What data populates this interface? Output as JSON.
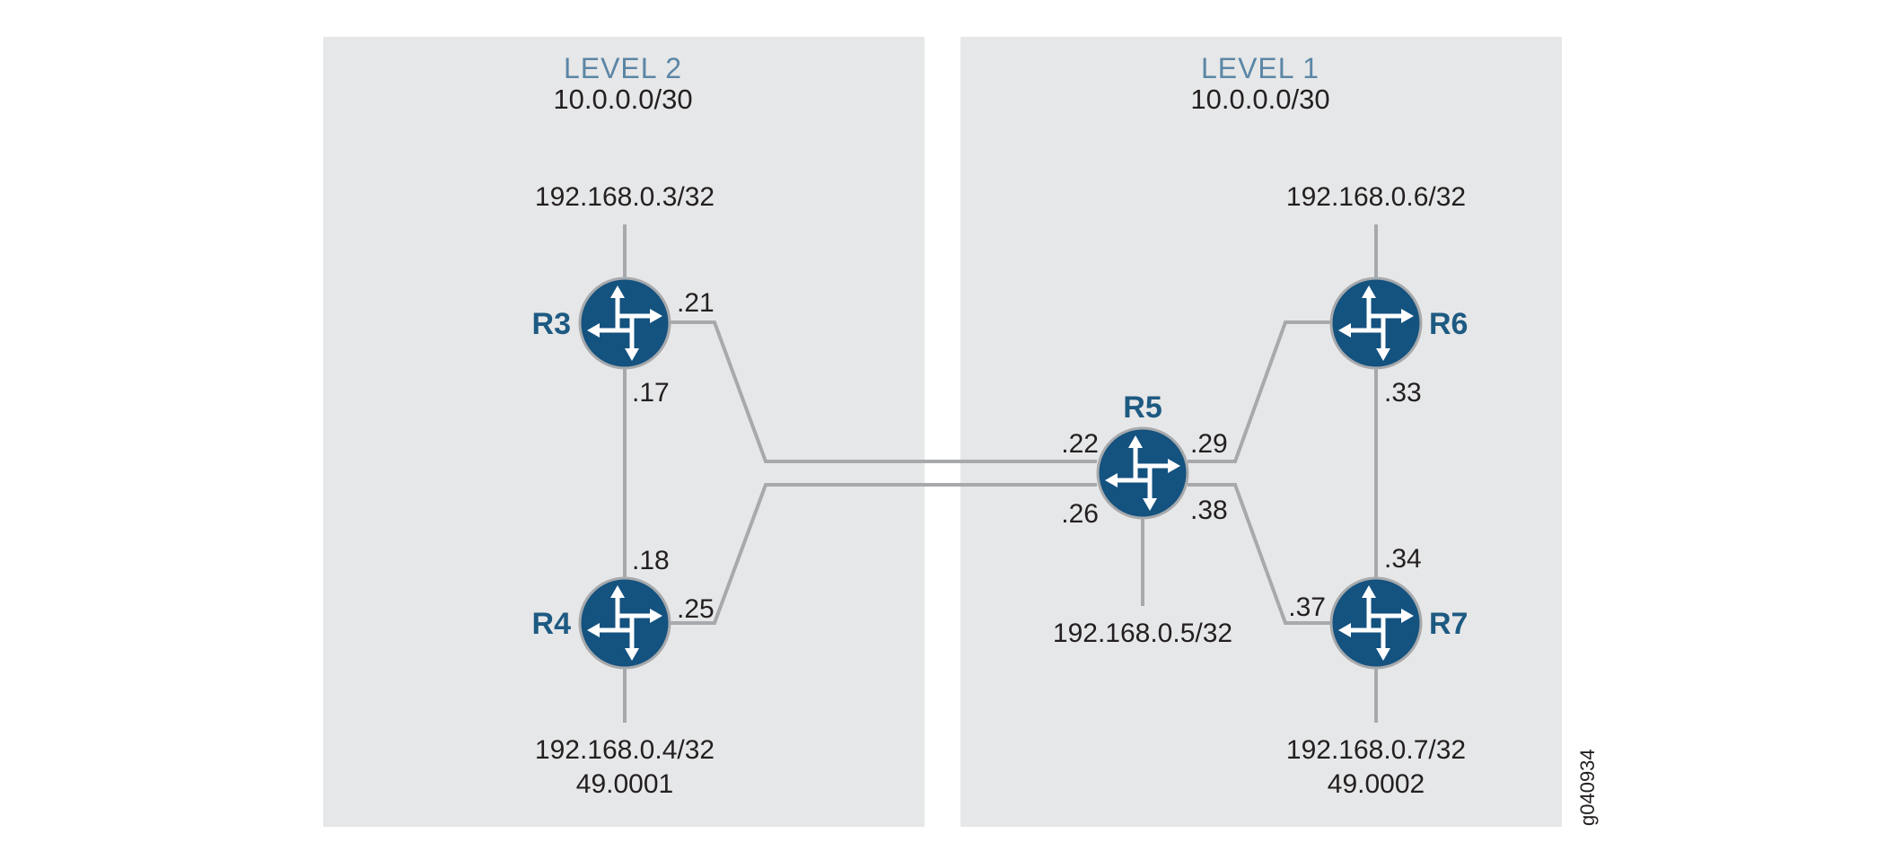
{
  "areas": {
    "level2": {
      "title": "LEVEL 2",
      "network": "10.0.0.0/30"
    },
    "level1": {
      "title": "LEVEL 1",
      "network": "10.0.0.0/30"
    }
  },
  "routers": {
    "r3": {
      "name": "R3",
      "loopback": "192.168.0.3/32"
    },
    "r4": {
      "name": "R4",
      "loopback": "192.168.0.4/32",
      "area_id": "49.0001"
    },
    "r5": {
      "name": "R5",
      "loopback": "192.168.0.5/32"
    },
    "r6": {
      "name": "R6",
      "loopback": "192.168.0.6/32"
    },
    "r7": {
      "name": "R7",
      "loopback": "192.168.0.7/32",
      "area_id": "49.0002"
    }
  },
  "interfaces": {
    "r3_to_r5": ".21",
    "r3_to_r4": ".17",
    "r4_to_r3": ".18",
    "r4_to_r5": ".25",
    "r5_to_r3": ".22",
    "r5_to_r4": ".26",
    "r5_to_r6": ".29",
    "r5_to_r7": ".38",
    "r6_to_r7": ".33",
    "r7_to_r6": ".34",
    "r7_to_r5": ".37"
  },
  "figure_id": "g040934",
  "colors": {
    "area_fill": "#e6e7e8",
    "level_title": "#5b86a6",
    "router": "#14527f",
    "router_name": "#1d5a82",
    "link": "#a7a9ac"
  }
}
